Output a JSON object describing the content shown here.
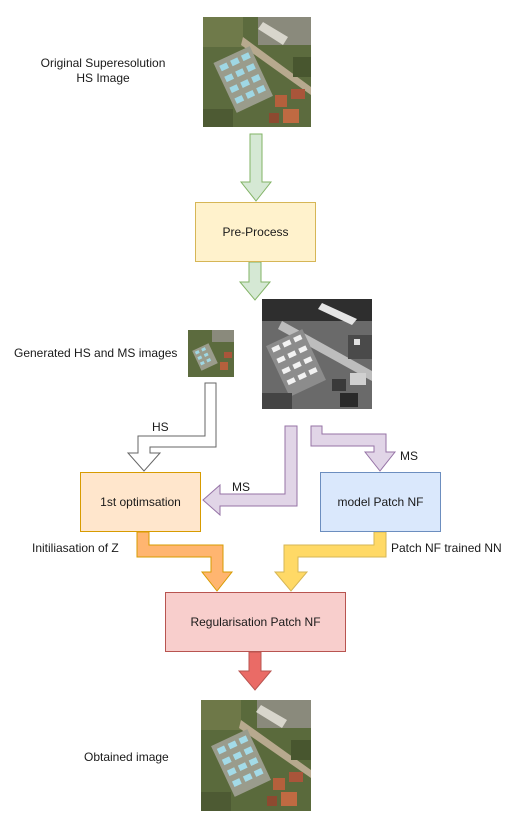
{
  "labels": {
    "original_line1": "Original Superesolution",
    "original_line2": "HS Image",
    "generated": "Generated HS and MS images",
    "obtained": "Obtained image",
    "hs": "HS",
    "ms_left": "MS",
    "ms_right": "MS",
    "init_z": "Initiliasation of Z",
    "patch_nf_trained": "Patch NF trained NN"
  },
  "boxes": {
    "preprocess": "Pre-Process",
    "first_optim": "1st optimsation",
    "model_patch_nf": "model Patch NF",
    "regularisation": "Regularisation Patch NF"
  },
  "colors": {
    "preprocess_fill": "#fff2cc",
    "preprocess_stroke": "#d6b656",
    "optim_fill": "#ffe6cc",
    "optim_stroke": "#d79b00",
    "model_fill": "#dae8fc",
    "model_stroke": "#6c8ebf",
    "reg_fill": "#f8cecc",
    "reg_stroke": "#b85450",
    "green_arrow": "#d5e8d4",
    "purple_arrow": "#e1d5e7",
    "orange_arrow": "#ffb570",
    "yellow_arrow": "#ffd966",
    "red_arrow": "#ea6b66",
    "white_arrow": "#ffffff"
  }
}
